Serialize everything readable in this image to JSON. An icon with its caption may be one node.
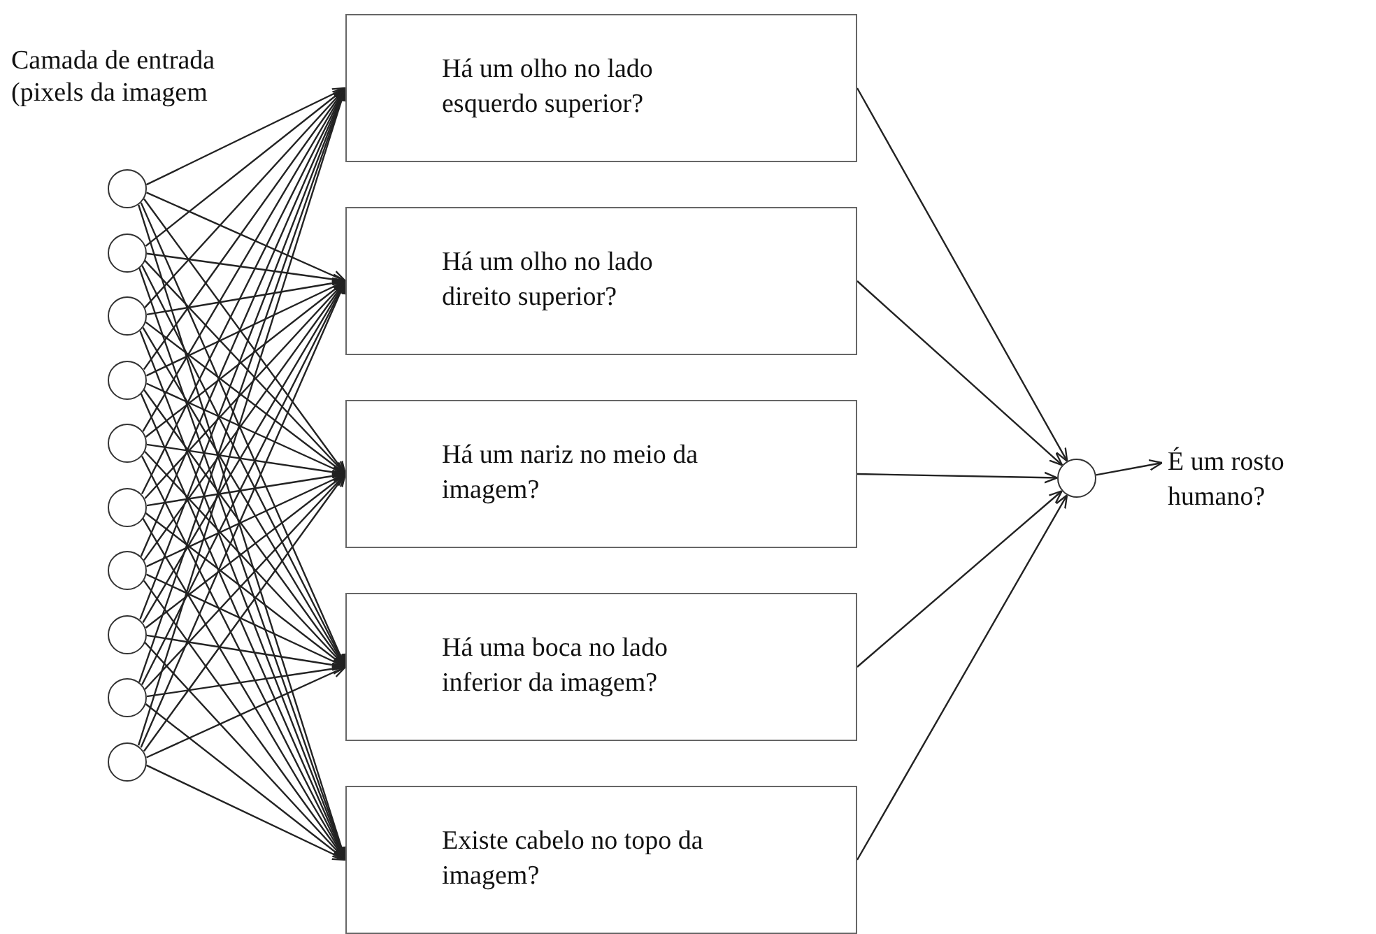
{
  "diagram": {
    "nodes": [
      {
        "text": [],
        "shape": "circle"
      },
      {
        "text": [],
        "shape": "circle"
      },
      {
        "text": [],
        "shape": "circle"
      },
      {
        "text": [],
        "shape": "circle"
      },
      {
        "text": [],
        "shape": "circle"
      },
      {
        "text": [],
        "shape": "circle"
      },
      {
        "text": [],
        "shape": "circle"
      },
      {
        "text": [],
        "shape": "circle"
      },
      {
        "text": [],
        "shape": "circle"
      },
      {
        "text": [],
        "shape": "circle"
      },
      {
        "text": [
          "Há um olho no lado esquerdo superior?"
        ]
      },
      {
        "text": [
          "Há um olho no lado direito superior?"
        ]
      },
      {
        "text": [
          "Há um nariz no meio da imagem?"
        ]
      },
      {
        "text": [
          "Há uma boca no lado inferior da imagem?"
        ]
      },
      {
        "text": [
          "Existe cabelo no topo da imagem?"
        ]
      },
      {
        "text": [],
        "shape": "circle"
      },
      {
        "text": [
          "É um rosto humano?"
        ]
      }
    ],
    "edges": [
      {
        "from": 0,
        "to": 10,
        "arrow": "to"
      },
      {
        "from": 0,
        "to": 11,
        "arrow": "to"
      },
      {
        "from": 0,
        "to": 12,
        "arrow": "to"
      },
      {
        "from": 0,
        "to": 13,
        "arrow": "to"
      },
      {
        "from": 0,
        "to": 14,
        "arrow": "to"
      },
      {
        "from": 1,
        "to": 10,
        "arrow": "to"
      },
      {
        "from": 1,
        "to": 11,
        "arrow": "to"
      },
      {
        "from": 1,
        "to": 12,
        "arrow": "to"
      },
      {
        "from": 1,
        "to": 13,
        "arrow": "to"
      },
      {
        "from": 1,
        "to": 14,
        "arrow": "to"
      },
      {
        "from": 2,
        "to": 10,
        "arrow": "to"
      },
      {
        "from": 2,
        "to": 11,
        "arrow": "to"
      },
      {
        "from": 2,
        "to": 12,
        "arrow": "to"
      },
      {
        "from": 2,
        "to": 13,
        "arrow": "to"
      },
      {
        "from": 2,
        "to": 14,
        "arrow": "to"
      },
      {
        "from": 3,
        "to": 10,
        "arrow": "to"
      },
      {
        "from": 3,
        "to": 11,
        "arrow": "to"
      },
      {
        "from": 3,
        "to": 12,
        "arrow": "to"
      },
      {
        "from": 3,
        "to": 13,
        "arrow": "to"
      },
      {
        "from": 3,
        "to": 14,
        "arrow": "to"
      },
      {
        "from": 4,
        "to": 10,
        "arrow": "to"
      },
      {
        "from": 4,
        "to": 11,
        "arrow": "to"
      },
      {
        "from": 4,
        "to": 12,
        "arrow": "to"
      },
      {
        "from": 4,
        "to": 13,
        "arrow": "to"
      },
      {
        "from": 4,
        "to": 14,
        "arrow": "to"
      },
      {
        "from": 5,
        "to": 10,
        "arrow": "to"
      },
      {
        "from": 5,
        "to": 11,
        "arrow": "to"
      },
      {
        "from": 5,
        "to": 12,
        "arrow": "to"
      },
      {
        "from": 5,
        "to": 13,
        "arrow": "to"
      },
      {
        "from": 5,
        "to": 14,
        "arrow": "to"
      },
      {
        "from": 6,
        "to": 10,
        "arrow": "to"
      },
      {
        "from": 6,
        "to": 11,
        "arrow": "to"
      },
      {
        "from": 6,
        "to": 12,
        "arrow": "to"
      },
      {
        "from": 6,
        "to": 13,
        "arrow": "to"
      },
      {
        "from": 6,
        "to": 14,
        "arrow": "to"
      },
      {
        "from": 7,
        "to": 10,
        "arrow": "to"
      },
      {
        "from": 7,
        "to": 11,
        "arrow": "to"
      },
      {
        "from": 7,
        "to": 12,
        "arrow": "to"
      },
      {
        "from": 7,
        "to": 13,
        "arrow": "to"
      },
      {
        "from": 7,
        "to": 14,
        "arrow": "to"
      },
      {
        "from": 8,
        "to": 10,
        "arrow": "to"
      },
      {
        "from": 8,
        "to": 11,
        "arrow": "to"
      },
      {
        "from": 8,
        "to": 12,
        "arrow": "to"
      },
      {
        "from": 8,
        "to": 13,
        "arrow": "to"
      },
      {
        "from": 8,
        "to": 14,
        "arrow": "to"
      },
      {
        "from": 9,
        "to": 10,
        "arrow": "to"
      },
      {
        "from": 9,
        "to": 11,
        "arrow": "to"
      },
      {
        "from": 9,
        "to": 12,
        "arrow": "to"
      },
      {
        "from": 9,
        "to": 13,
        "arrow": "to"
      },
      {
        "from": 9,
        "to": 14,
        "arrow": "to"
      },
      {
        "from": 10,
        "to": 15,
        "arrow": "to"
      },
      {
        "from": 11,
        "to": 15,
        "arrow": "to"
      },
      {
        "from": 12,
        "to": 15,
        "arrow": "to"
      },
      {
        "from": 13,
        "to": 15,
        "arrow": "to"
      },
      {
        "from": 14,
        "to": 15,
        "arrow": "to"
      },
      {
        "from": 15,
        "to": 16,
        "arrow": "to"
      }
    ],
    "labels": [
      "Camada de entrada (pixels da imagem"
    ]
  }
}
